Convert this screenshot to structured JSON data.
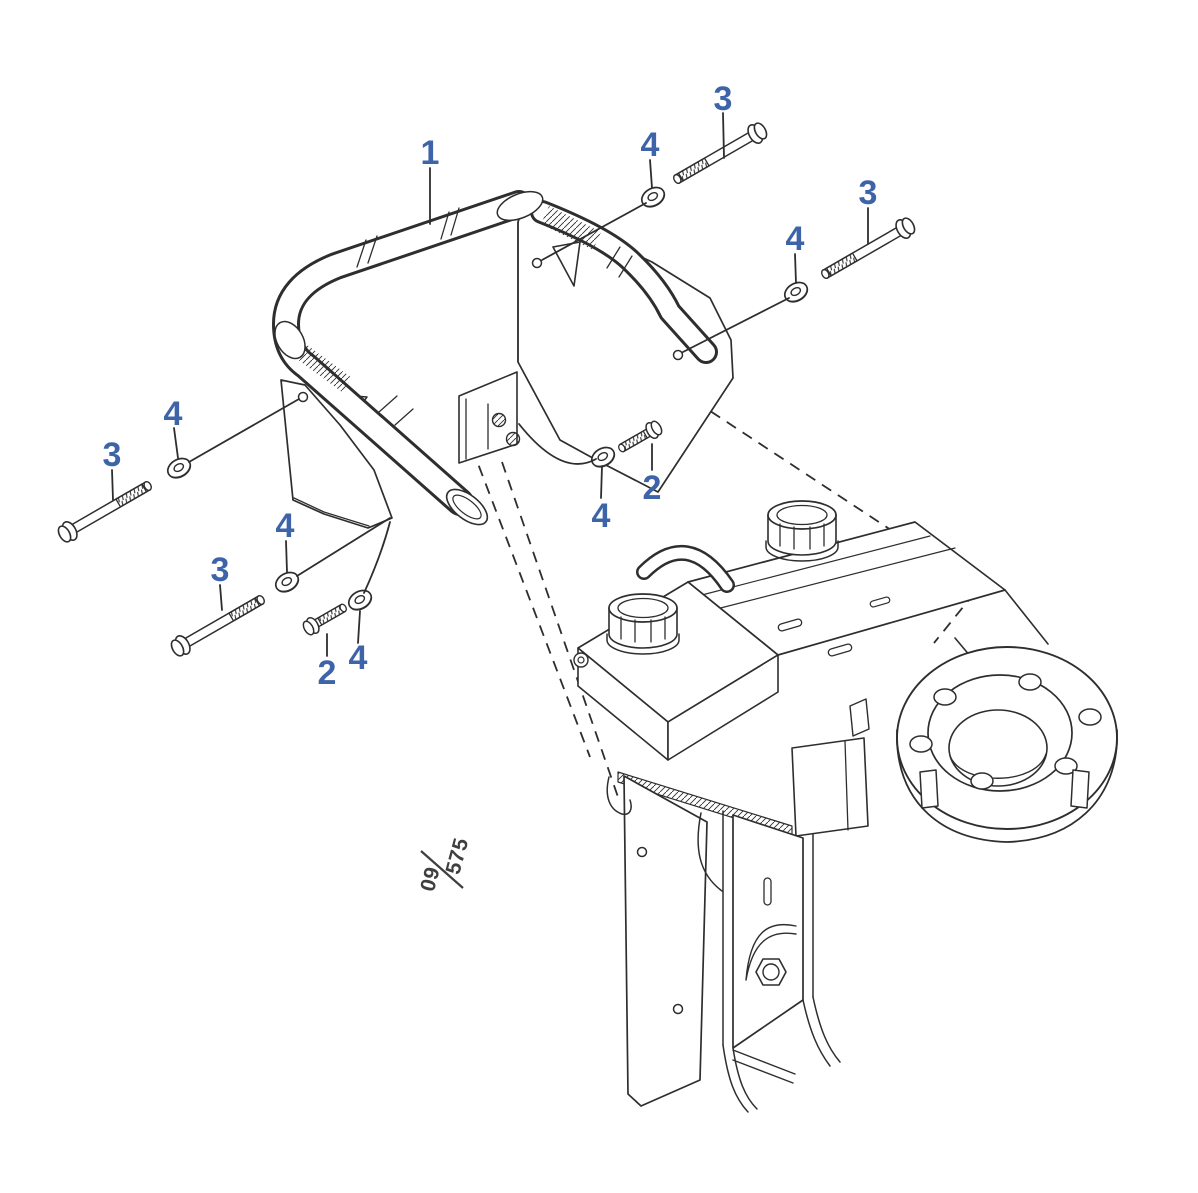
{
  "figure": {
    "kind": "exploded-parts-diagram",
    "background_color": "#ffffff",
    "line_color": "#2e2e2e",
    "callout_color": "#3d64a8",
    "ref_color": "#3f3f3f"
  },
  "callouts": {
    "part1": "1",
    "bolt_top": "3",
    "washer_top": "4",
    "bolt_right": "3",
    "washer_right": "4",
    "bolt_left_upper": "3",
    "washer_left_upper": "4",
    "bolt_left_lower": "3",
    "washer_left_lower": "4",
    "screw_left": "2",
    "washer_screw_left": "4",
    "screw_center": "2",
    "washer_screw_center": "4"
  },
  "figure_ref": {
    "numerator": "09",
    "denominator": "575"
  }
}
